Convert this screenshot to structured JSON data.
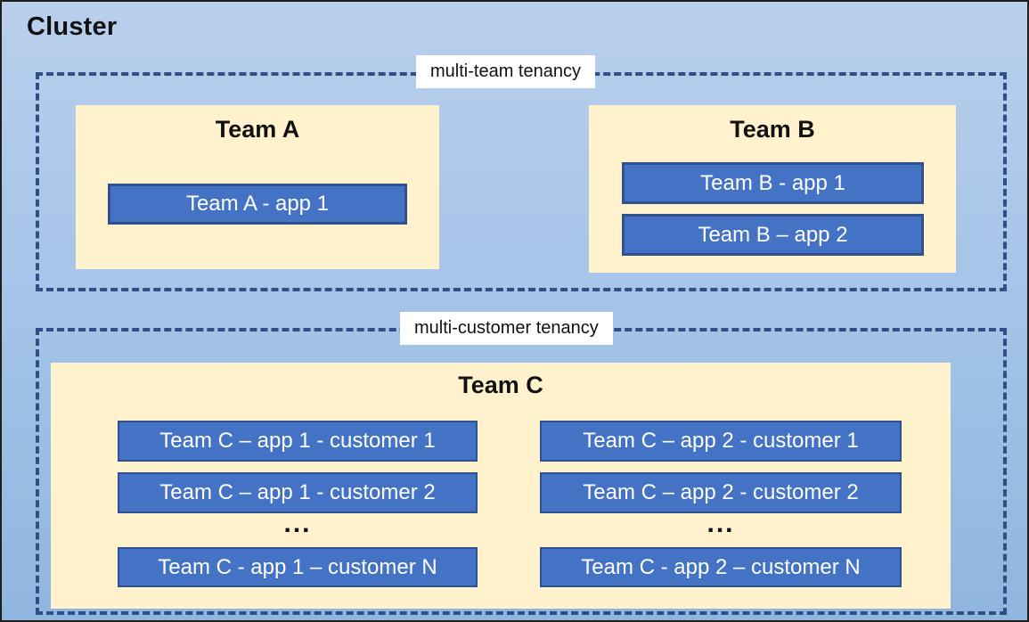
{
  "title": "Cluster",
  "multi_team": {
    "label": "multi-team tenancy",
    "team_a": {
      "name": "Team A",
      "app1": "Team A - app 1"
    },
    "team_b": {
      "name": "Team B",
      "app1": "Team B - app 1",
      "app2": "Team B – app 2"
    }
  },
  "multi_customer": {
    "label": "multi-customer tenancy",
    "team_c": {
      "name": "Team C",
      "col1": {
        "row1": "Team C – app 1 - customer 1",
        "row2": "Team C – app 1 - customer 2",
        "ellipsis": "...",
        "rowN": "Team C - app 1 – customer N"
      },
      "col2": {
        "row1": "Team C – app 2 - customer 1",
        "row2": "Team C – app 2 - customer 2",
        "ellipsis": "...",
        "rowN": "Team C - app 2 – customer N"
      }
    }
  },
  "colors": {
    "cluster_bg_top": "#b9cfec",
    "cluster_bg_mid": "#a6c5e8",
    "cluster_bg_bottom": "#8fb6df",
    "panel_bg": "#fff2cc",
    "app_fill": "#4472c4",
    "app_border": "#2f528f",
    "dashed_border": "#2e5086",
    "label_bg": "#ffffff",
    "text_dark": "#111111",
    "text_light": "#ffffff"
  }
}
